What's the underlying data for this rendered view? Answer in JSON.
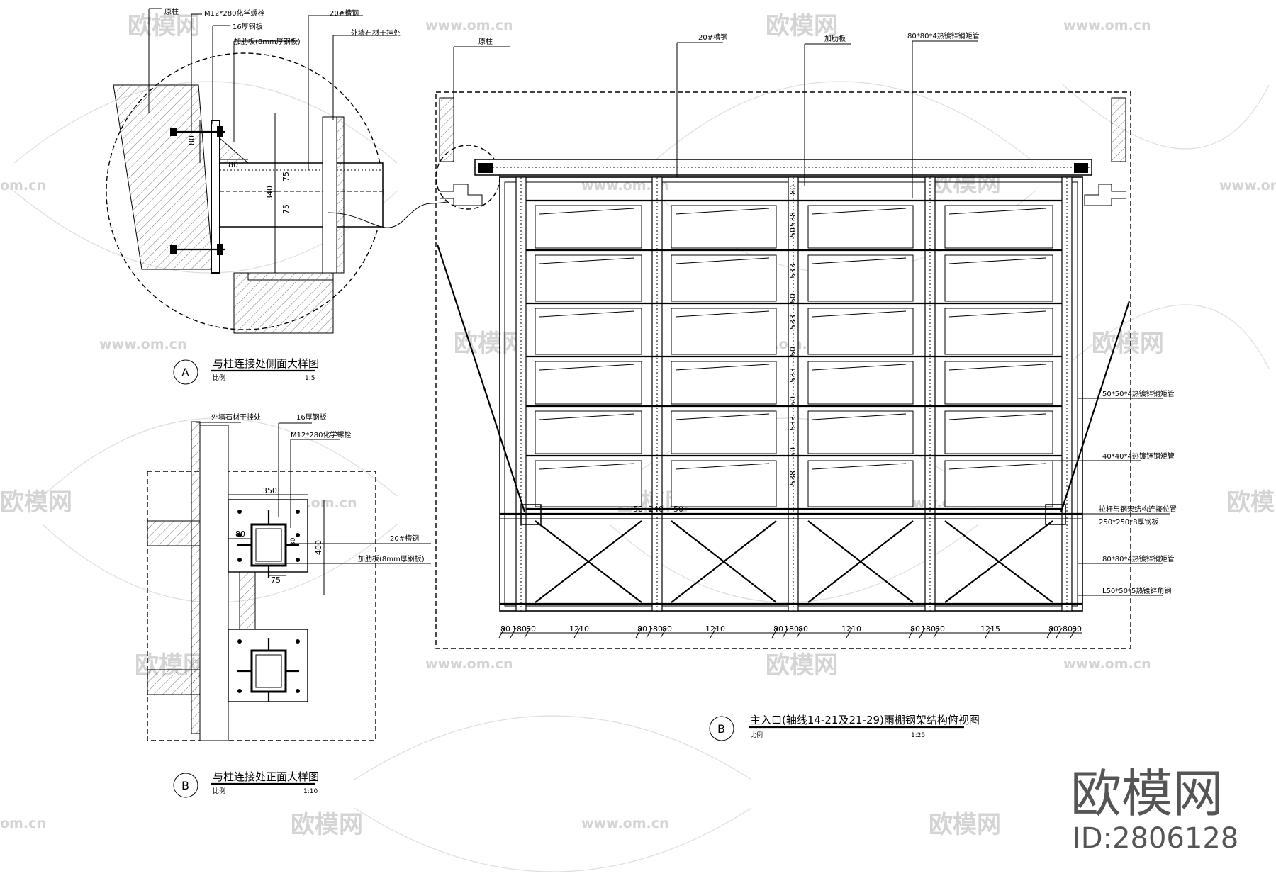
{
  "watermark": {
    "brand": "欧模网",
    "site": "www.om.cn",
    "site_short": "om.cn",
    "logo_text": "欧模网",
    "id_text": "ID:2806128"
  },
  "detail_a": {
    "title": "与柱连接处侧面大样图",
    "marker": "A",
    "scale_label": "比例",
    "scale": "1:5",
    "labels": {
      "col": "原柱",
      "bolt": "M12*280化学螺栓",
      "plate": "16厚钢板",
      "rib": "加肋板(8mm厚钢板)",
      "channel": "20#槽钢",
      "stone": "外墙石材干挂处"
    },
    "dims": {
      "d80a": "80",
      "d80b": "80",
      "d75a": "75",
      "d340": "340",
      "d75b": "75"
    }
  },
  "detail_b": {
    "title": "与柱连接处正面大样图",
    "marker": "B",
    "scale_label": "比例",
    "scale": "1:10",
    "labels": {
      "stone": "外墙石材干挂处",
      "plate": "16厚钢板",
      "bolt": "M12*280化学螺栓",
      "channel": "20#槽钢",
      "rib": "加肋板(8mm厚钢板)"
    },
    "dims": {
      "d350": "350",
      "d80": "80",
      "d400": "400",
      "d75": "75",
      "d30": "30"
    }
  },
  "plan": {
    "title": "主入口(轴线14-21及21-29)雨棚钢架结构俯视图",
    "marker": "B",
    "scale_label": "比例",
    "scale": "1:25",
    "labels": {
      "col": "原柱",
      "channel": "20#槽钢",
      "rib": "加肋板",
      "tube80": "80*80*4热镀锌钢矩管",
      "tube50": "50*50*4热镀锌钢矩管",
      "tube40": "40*40*4热镀锌钢矩管",
      "rod": "拉杆与钢架结构连接位置",
      "plate250": "250*250*8厚钢板",
      "tube80b": "80*80*4热镀锌钢矩管",
      "angle": "L50*50*5热镀锌角钢"
    },
    "vdims": [
      "538",
      "50",
      "533",
      "50",
      "533",
      "50",
      "533",
      "50",
      "533",
      "50",
      "538",
      "80"
    ],
    "hdims": [
      "80",
      "180",
      "80",
      "1210",
      "80",
      "180",
      "80",
      "1210",
      "80",
      "180",
      "80",
      "1210",
      "80",
      "180",
      "80",
      "1215",
      "80",
      "180",
      "80"
    ],
    "mid_dims": [
      "50",
      "240",
      "50"
    ]
  }
}
